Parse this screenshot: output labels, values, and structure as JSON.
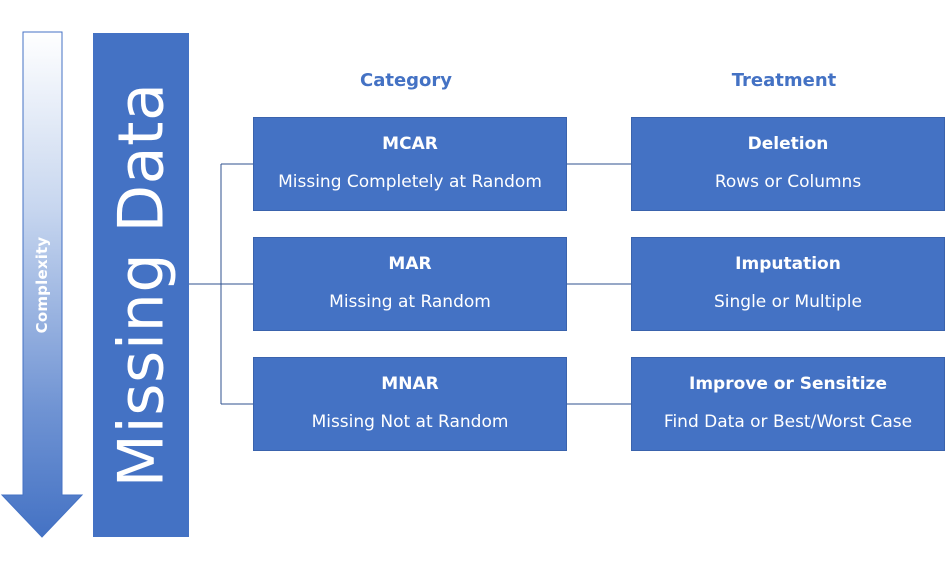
{
  "colors": {
    "primary": "#4472c4",
    "arrow_light": "#ffffff",
    "line": "#2f528f"
  },
  "arrow": {
    "label": "Complexity",
    "icon": "down-arrow-icon"
  },
  "banner": {
    "title": "Missing Data"
  },
  "headers": {
    "category": "Category",
    "treatment": "Treatment"
  },
  "rows": [
    {
      "category": {
        "title": "MCAR",
        "subtitle": "Missing Completely at Random"
      },
      "treatment": {
        "title": "Deletion",
        "subtitle": "Rows or Columns"
      }
    },
    {
      "category": {
        "title": "MAR",
        "subtitle": "Missing at Random"
      },
      "treatment": {
        "title": "Imputation",
        "subtitle": "Single or Multiple"
      }
    },
    {
      "category": {
        "title": "MNAR",
        "subtitle": "Missing Not at Random"
      },
      "treatment": {
        "title": "Improve or Sensitize",
        "subtitle": "Find Data or Best/Worst Case"
      }
    }
  ]
}
